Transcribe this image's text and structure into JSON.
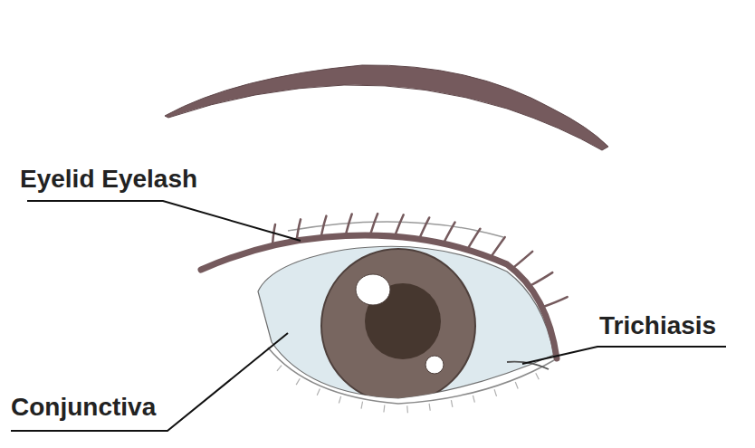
{
  "diagram": {
    "labels": [
      "Eyelid Eyelash",
      "Trichiasis",
      "Conjunctiva"
    ]
  }
}
